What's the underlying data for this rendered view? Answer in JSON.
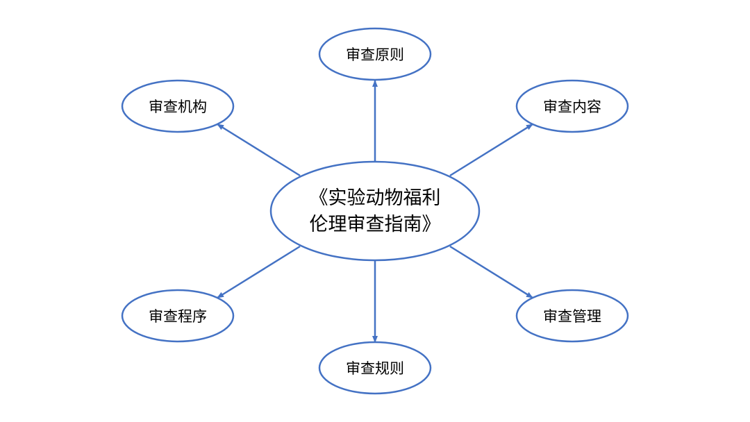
{
  "diagram": {
    "center": {
      "line1": "《实验动物福利",
      "line2": "伦理审查指南》"
    },
    "nodes": {
      "principles": "审查原则",
      "content": "审查内容",
      "management": "审查管理",
      "rules": "审查规则",
      "procedure": "审查程序",
      "institution": "审查机构"
    },
    "colors": {
      "stroke": "#4472C4",
      "fill": "#ffffff",
      "text": "#000000"
    }
  }
}
